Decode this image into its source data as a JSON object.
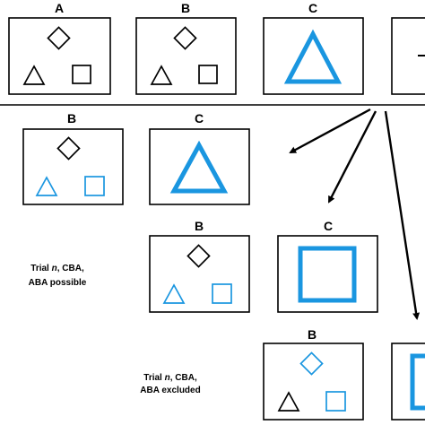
{
  "colors": {
    "black": "#000000",
    "blue": "#1a96e0"
  },
  "row_top": {
    "panels": [
      {
        "label": "A",
        "diamond": "black",
        "triangle": "black",
        "square": "black"
      },
      {
        "label": "B",
        "diamond": "black",
        "triangle": "black",
        "square": "black"
      },
      {
        "label": "C",
        "big_shape": "triangle",
        "big_color": "blue"
      },
      {
        "label": "",
        "partial": true
      }
    ]
  },
  "row_2": {
    "panels": [
      {
        "label": "B",
        "diamond": "black",
        "triangle": "blue",
        "square": "blue"
      },
      {
        "label": "C",
        "big_shape": "triangle",
        "big_color": "blue"
      }
    ]
  },
  "row_3": {
    "note_line1_prefix": "Trial ",
    "note_line1_italic": "n",
    "note_line1_suffix": ", CBA,",
    "note_line2": "ABA possible",
    "panels": [
      {
        "label": "B",
        "diamond": "black",
        "triangle": "blue",
        "square": "blue"
      },
      {
        "label": "C",
        "big_shape": "square",
        "big_color": "blue"
      }
    ]
  },
  "row_4": {
    "note_line1_prefix": "Trial ",
    "note_line1_italic": "n",
    "note_line1_suffix": ", CBA,",
    "note_line2": "ABA excluded",
    "panels": [
      {
        "label": "B",
        "diamond": "blue",
        "triangle": "black",
        "square": "blue"
      },
      {
        "label": "",
        "big_shape": "square",
        "big_color": "blue",
        "partial": true
      }
    ]
  }
}
